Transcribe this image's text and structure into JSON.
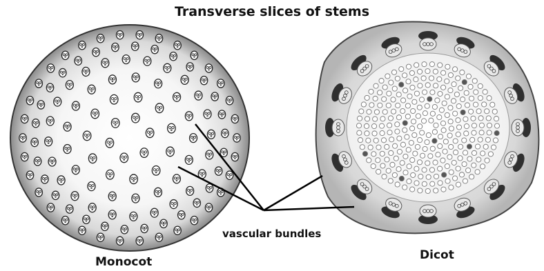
{
  "title": "Transverse slices of stems",
  "labels": {
    "monocot": "Monocot",
    "dicot": "Dicot",
    "vascular_bundles": "vascular bundles"
  },
  "colors": {
    "background": "#ffffff",
    "ink": "#111111",
    "tissue_light": "#f4f4f4",
    "tissue_mid": "#c8c8c8",
    "tissue_dark": "#3a3a3a"
  }
}
